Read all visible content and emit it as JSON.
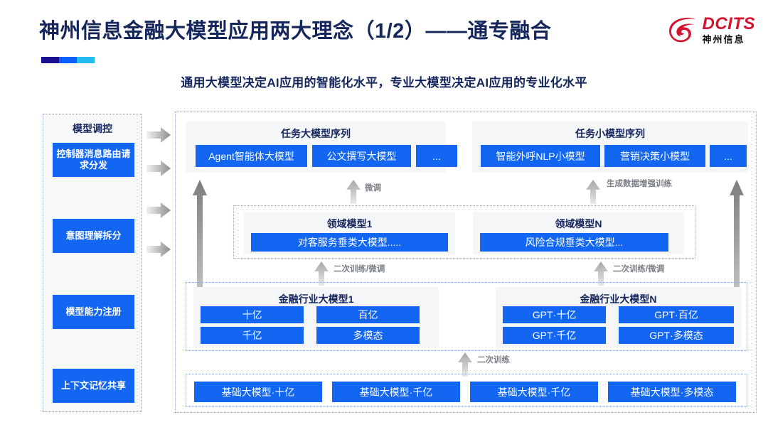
{
  "header": {
    "title": "神州信息金融大模型应用两大理念（1/2）——通专融合",
    "subtitle": "通用大模型决定AI应用的智能化水平，专业大模型决定AI应用的专业化水平",
    "accent_colors": [
      "#1b0f8f",
      "#0b5ef7",
      "#25bbf0"
    ],
    "logo": {
      "en": "DCITS",
      "cn": "神州信息",
      "color": "#d3142f"
    }
  },
  "sidebar": {
    "title": "模型调控",
    "items": [
      {
        "label": "控制器消息路由请求分发"
      },
      {
        "label": "意图理解拆分"
      },
      {
        "label": "模型能力注册"
      },
      {
        "label": "上下文记忆共享"
      }
    ]
  },
  "diagram": {
    "task_row": [
      {
        "title": "任务大模型序列",
        "chips": [
          "Agent智能体大模型",
          "公文撰写大模型",
          "..."
        ]
      },
      {
        "title": "任务小模型序列",
        "chips": [
          "智能外呼NLP小模型",
          "营销决策小模型",
          "..."
        ]
      }
    ],
    "domain_row": [
      {
        "title": "领域模型1",
        "chips": [
          "对客服务垂类大模型....."
        ]
      },
      {
        "title": "领域模型N",
        "chips": [
          "风险合规垂类大模型..."
        ]
      }
    ],
    "industry_row": [
      {
        "title": "金融行业大模型1",
        "chips": [
          "十亿",
          "百亿",
          "千亿",
          "多模态"
        ]
      },
      {
        "title": "金融行业大模型N",
        "chips": [
          "GPT·十亿",
          "GPT·百亿",
          "GPT·千亿",
          "GPT·多模态"
        ]
      }
    ],
    "base_row": {
      "chips": [
        "基础大模型·十亿",
        "基础大模型·千亿",
        "基础大模型·千亿",
        "基础大模型·多模态"
      ]
    },
    "arrow_labels": {
      "finetune": "微调",
      "gen_data_aug": "生成数据增强训练",
      "retrain_finetune_left": "二次训练/微调",
      "retrain_finetune_right": "二次训练/微调",
      "retrain": "二次训练"
    },
    "accent_blue": "#1266f1"
  }
}
